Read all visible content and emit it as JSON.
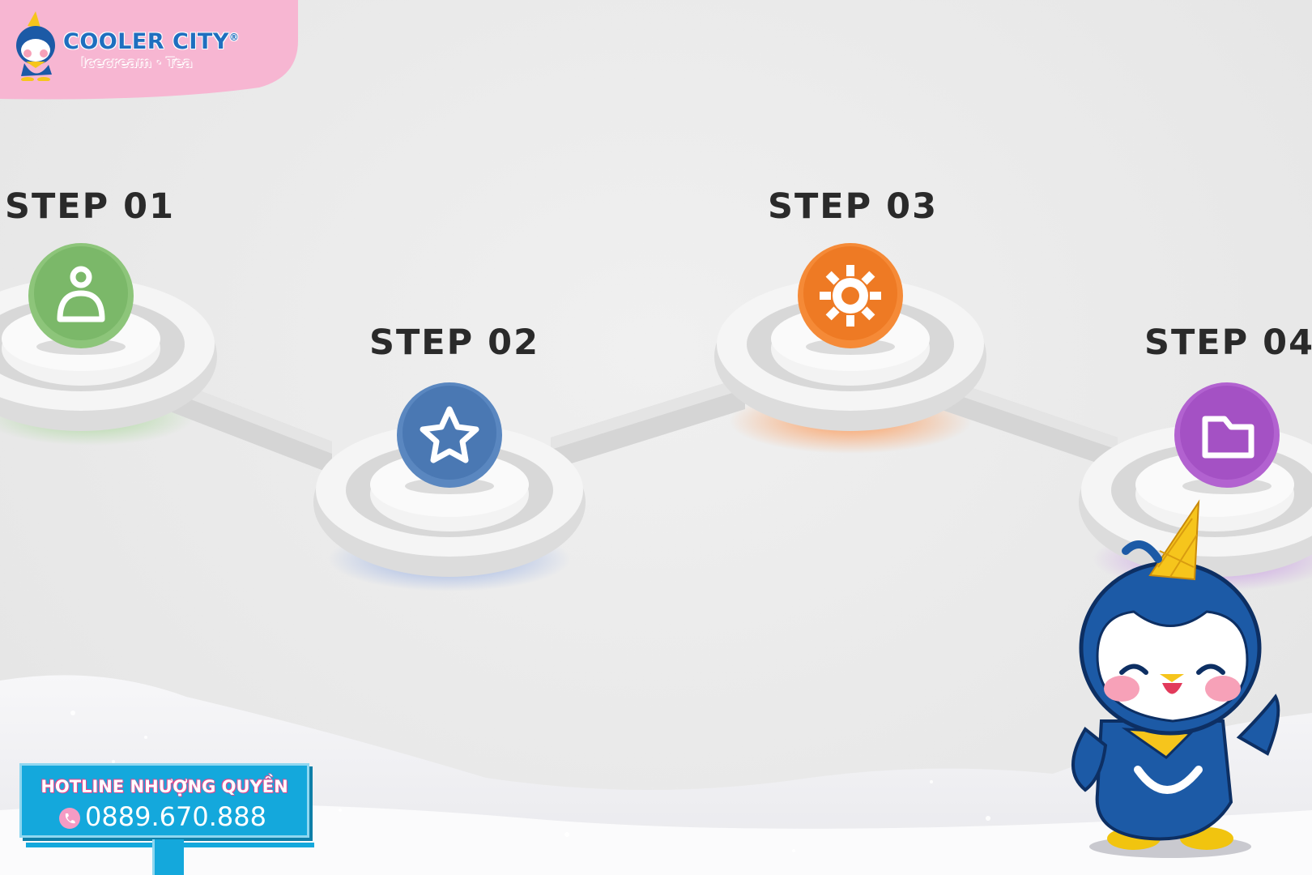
{
  "brand": {
    "name": "COOLER CITY",
    "registered": "®",
    "tagline": "Icecream · Tea"
  },
  "steps": [
    {
      "label": "STEP 01",
      "icon": "person-icon",
      "color": "#7bb869"
    },
    {
      "label": "STEP 02",
      "icon": "star-icon",
      "color": "#4a78b3"
    },
    {
      "label": "STEP 03",
      "icon": "gear-icon",
      "color": "#ee7a24"
    },
    {
      "label": "STEP 04",
      "icon": "folder-icon",
      "color": "#a451c4"
    }
  ],
  "hotline": {
    "title": "HOTLINE NHƯỢNG QUYỀN",
    "phone": "0889.670.888"
  },
  "colors": {
    "brand_pink": "#f7b6d2",
    "brand_blue": "#1f6fbf",
    "hotline_bg": "#14a8dc"
  }
}
